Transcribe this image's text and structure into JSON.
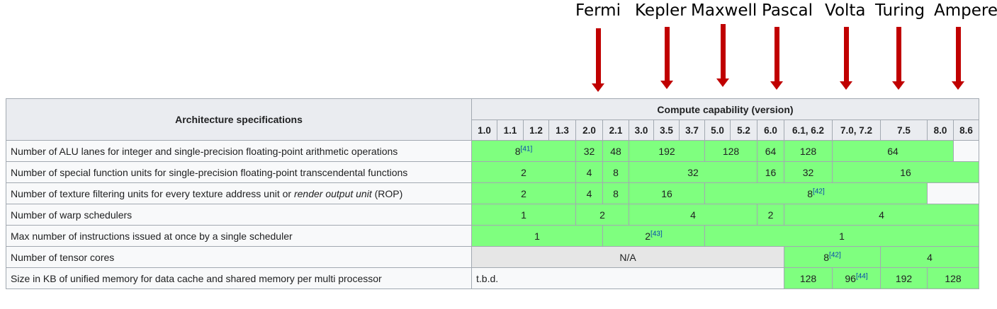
{
  "arch_labels": [
    {
      "name": "fermi",
      "label": "Fermi"
    },
    {
      "name": "kepler",
      "label": "Kepler"
    },
    {
      "name": "maxwell",
      "label": "Maxwell"
    },
    {
      "name": "pascal",
      "label": "Pascal"
    },
    {
      "name": "volta",
      "label": "Volta"
    },
    {
      "name": "turing",
      "label": "Turing"
    },
    {
      "name": "ampere",
      "label": "Ampere"
    }
  ],
  "arrow_color": "#c00000",
  "table": {
    "header_left": "Architecture specifications",
    "header_right": "Compute capability (version)",
    "versions": [
      "1.0",
      "1.1",
      "1.2",
      "1.3",
      "2.0",
      "2.1",
      "3.0",
      "3.5",
      "3.7",
      "5.0",
      "5.2",
      "6.0",
      "6.1, 6.2",
      "7.0, 7.2",
      "7.5",
      "8.0",
      "8.6"
    ],
    "rows": [
      {
        "label": "Number of ALU lanes for integer and single-precision floating-point arithmetic operations",
        "cells": [
          {
            "v": "8",
            "ref": "[41]"
          },
          {
            "v": "32"
          },
          {
            "v": "48"
          },
          {
            "v": "192"
          },
          {
            "v": "128"
          },
          {
            "v": "64"
          },
          {
            "v": "128"
          },
          {
            "v": "64"
          },
          {
            "v": ""
          }
        ]
      },
      {
        "label": "Number of special function units for single-precision floating-point transcendental functions",
        "cells": [
          {
            "v": "2"
          },
          {
            "v": "4"
          },
          {
            "v": "8"
          },
          {
            "v": "32"
          },
          {
            "v": "16"
          },
          {
            "v": "32"
          },
          {
            "v": "16"
          }
        ]
      },
      {
        "label_pre": "Number of texture filtering units for every texture address unit or ",
        "label_em": "render output unit",
        "label_post": " (ROP)",
        "cells": [
          {
            "v": "2"
          },
          {
            "v": "4"
          },
          {
            "v": "8"
          },
          {
            "v": "16"
          },
          {
            "v": "8",
            "ref": "[42]"
          },
          {
            "v": ""
          }
        ]
      },
      {
        "label": "Number of warp schedulers",
        "cells": [
          {
            "v": "1"
          },
          {
            "v": "2"
          },
          {
            "v": "4"
          },
          {
            "v": "2"
          },
          {
            "v": "4"
          }
        ]
      },
      {
        "label": "Max number of instructions issued at once by a single scheduler",
        "cells": [
          {
            "v": "1"
          },
          {
            "v": "2",
            "ref": "[43]"
          },
          {
            "v": "1"
          }
        ]
      },
      {
        "label": "Number of tensor cores",
        "cells": [
          {
            "v": "N/A"
          },
          {
            "v": "8",
            "ref": "[42]"
          },
          {
            "v": "4"
          }
        ]
      },
      {
        "label": "Size in KB of unified memory for data cache and shared memory per multi processor",
        "cells": [
          {
            "v": "t.b.d."
          },
          {
            "v": "128"
          },
          {
            "v": "96",
            "ref": "[44]"
          },
          {
            "v": "192"
          },
          {
            "v": "128"
          }
        ]
      }
    ]
  }
}
